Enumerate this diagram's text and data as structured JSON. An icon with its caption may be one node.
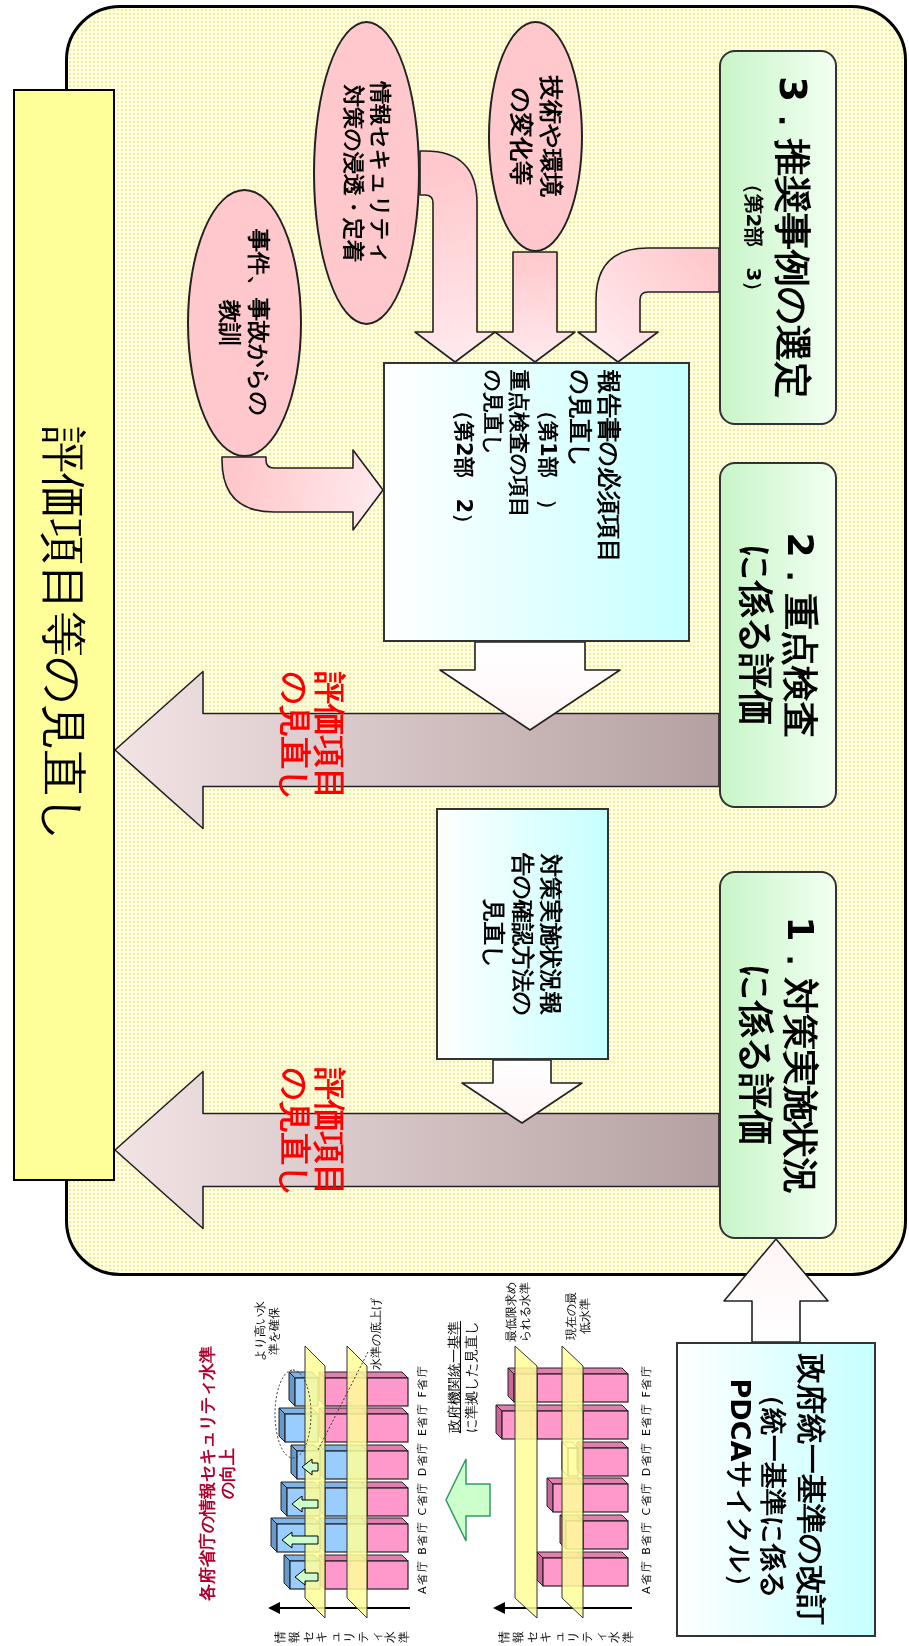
{
  "diagram": {
    "nodes": [
      {
        "text": [
          "評価項目等の見直し"
        ]
      },
      {
        "text": [
          "技術や環境の変化等"
        ]
      },
      {
        "text": [
          "情報セキュリティ対策の浸透・定着"
        ]
      },
      {
        "text": [
          "事件、事故からの教訓"
        ]
      },
      {
        "text": [
          "3．推奨事例の選定",
          "（第2部　3）"
        ]
      },
      {
        "text": [
          "報告書の必須項目の見直し",
          "（第1部　）",
          "重点検査の項目の見直し",
          "（第2部　2）"
        ]
      },
      {
        "text": [
          "2．重点検査に係る評価"
        ]
      },
      {
        "text": [
          "対策実施状況報告の確認方法の見直し"
        ]
      },
      {
        "text": [
          "1．対策実施状況に係る評価"
        ]
      },
      {
        "text": [
          "政府統一基準の改訂",
          "（統一基準に係るPDCAサイクル）"
        ]
      }
    ],
    "edges": [
      {
        "from": 1,
        "to": 5,
        "arrow": "to"
      },
      {
        "from": 2,
        "to": 5,
        "arrow": "to"
      },
      {
        "from": 3,
        "to": 5,
        "arrow": "to"
      },
      {
        "from": 4,
        "to": 5,
        "arrow": "to"
      },
      {
        "from": 5,
        "to": null,
        "arrow": "to",
        "color": "#ffffff"
      },
      {
        "from": 6,
        "to": 0,
        "arrow": "to",
        "label": "評価項目の見直し",
        "color": "#b4a0a0"
      },
      {
        "from": 7,
        "to": null,
        "arrow": "to",
        "color": "#ffffff"
      },
      {
        "from": 8,
        "to": 0,
        "arrow": "to",
        "label": "評価項目の見直し",
        "color": "#b4a0a0"
      },
      {
        "from": 9,
        "to": 8,
        "arrow": "to",
        "color": "#ffffff"
      }
    ],
    "labels": [
      "各府省庁の情報セキュリティ水準の向上",
      "より高い水準を確保",
      "水準の底上げ",
      "A省庁 B省庁 C省庁 D省庁 E省庁 F省庁",
      "情報セキュリティ水準",
      "政府機関統一基準に準拠した見直し",
      "最低限求められる水準",
      "現在の最低水準",
      "A省庁 B省庁 C省庁 D省庁 E省庁 F省庁",
      "情報セキュリティ水準"
    ]
  }
}
